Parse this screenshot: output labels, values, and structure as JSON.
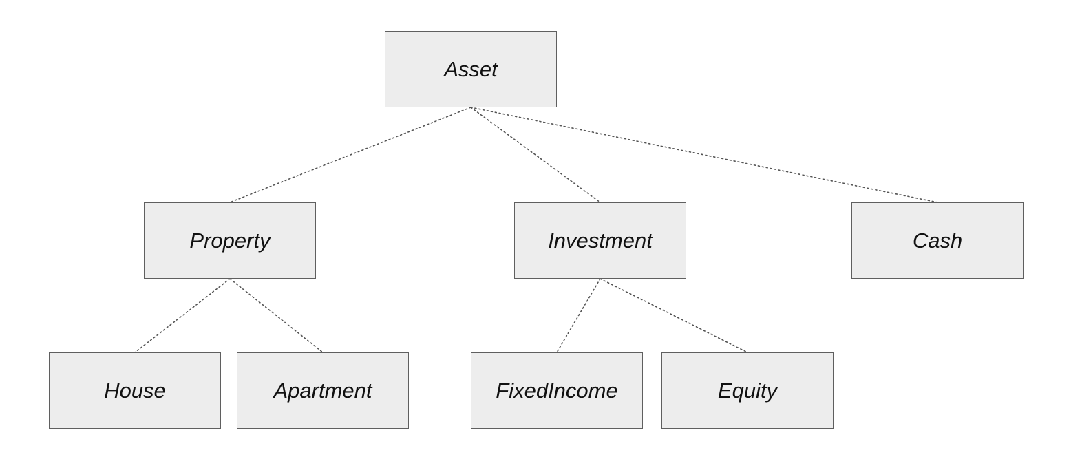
{
  "diagram": {
    "nodes": {
      "asset": "Asset",
      "property": "Property",
      "investment": "Investment",
      "cash": "Cash",
      "house": "House",
      "apartment": "Apartment",
      "fixedincome": "FixedIncome",
      "equity": "Equity"
    },
    "edges": [
      [
        "Asset",
        "Property"
      ],
      [
        "Asset",
        "Investment"
      ],
      [
        "Asset",
        "Cash"
      ],
      [
        "Property",
        "House"
      ],
      [
        "Property",
        "Apartment"
      ],
      [
        "Investment",
        "FixedIncome"
      ],
      [
        "Investment",
        "Equity"
      ]
    ],
    "colors": {
      "node_fill": "#ededed",
      "node_border": "#5f5f5f",
      "connector": "#555555",
      "text": "#111111"
    }
  }
}
